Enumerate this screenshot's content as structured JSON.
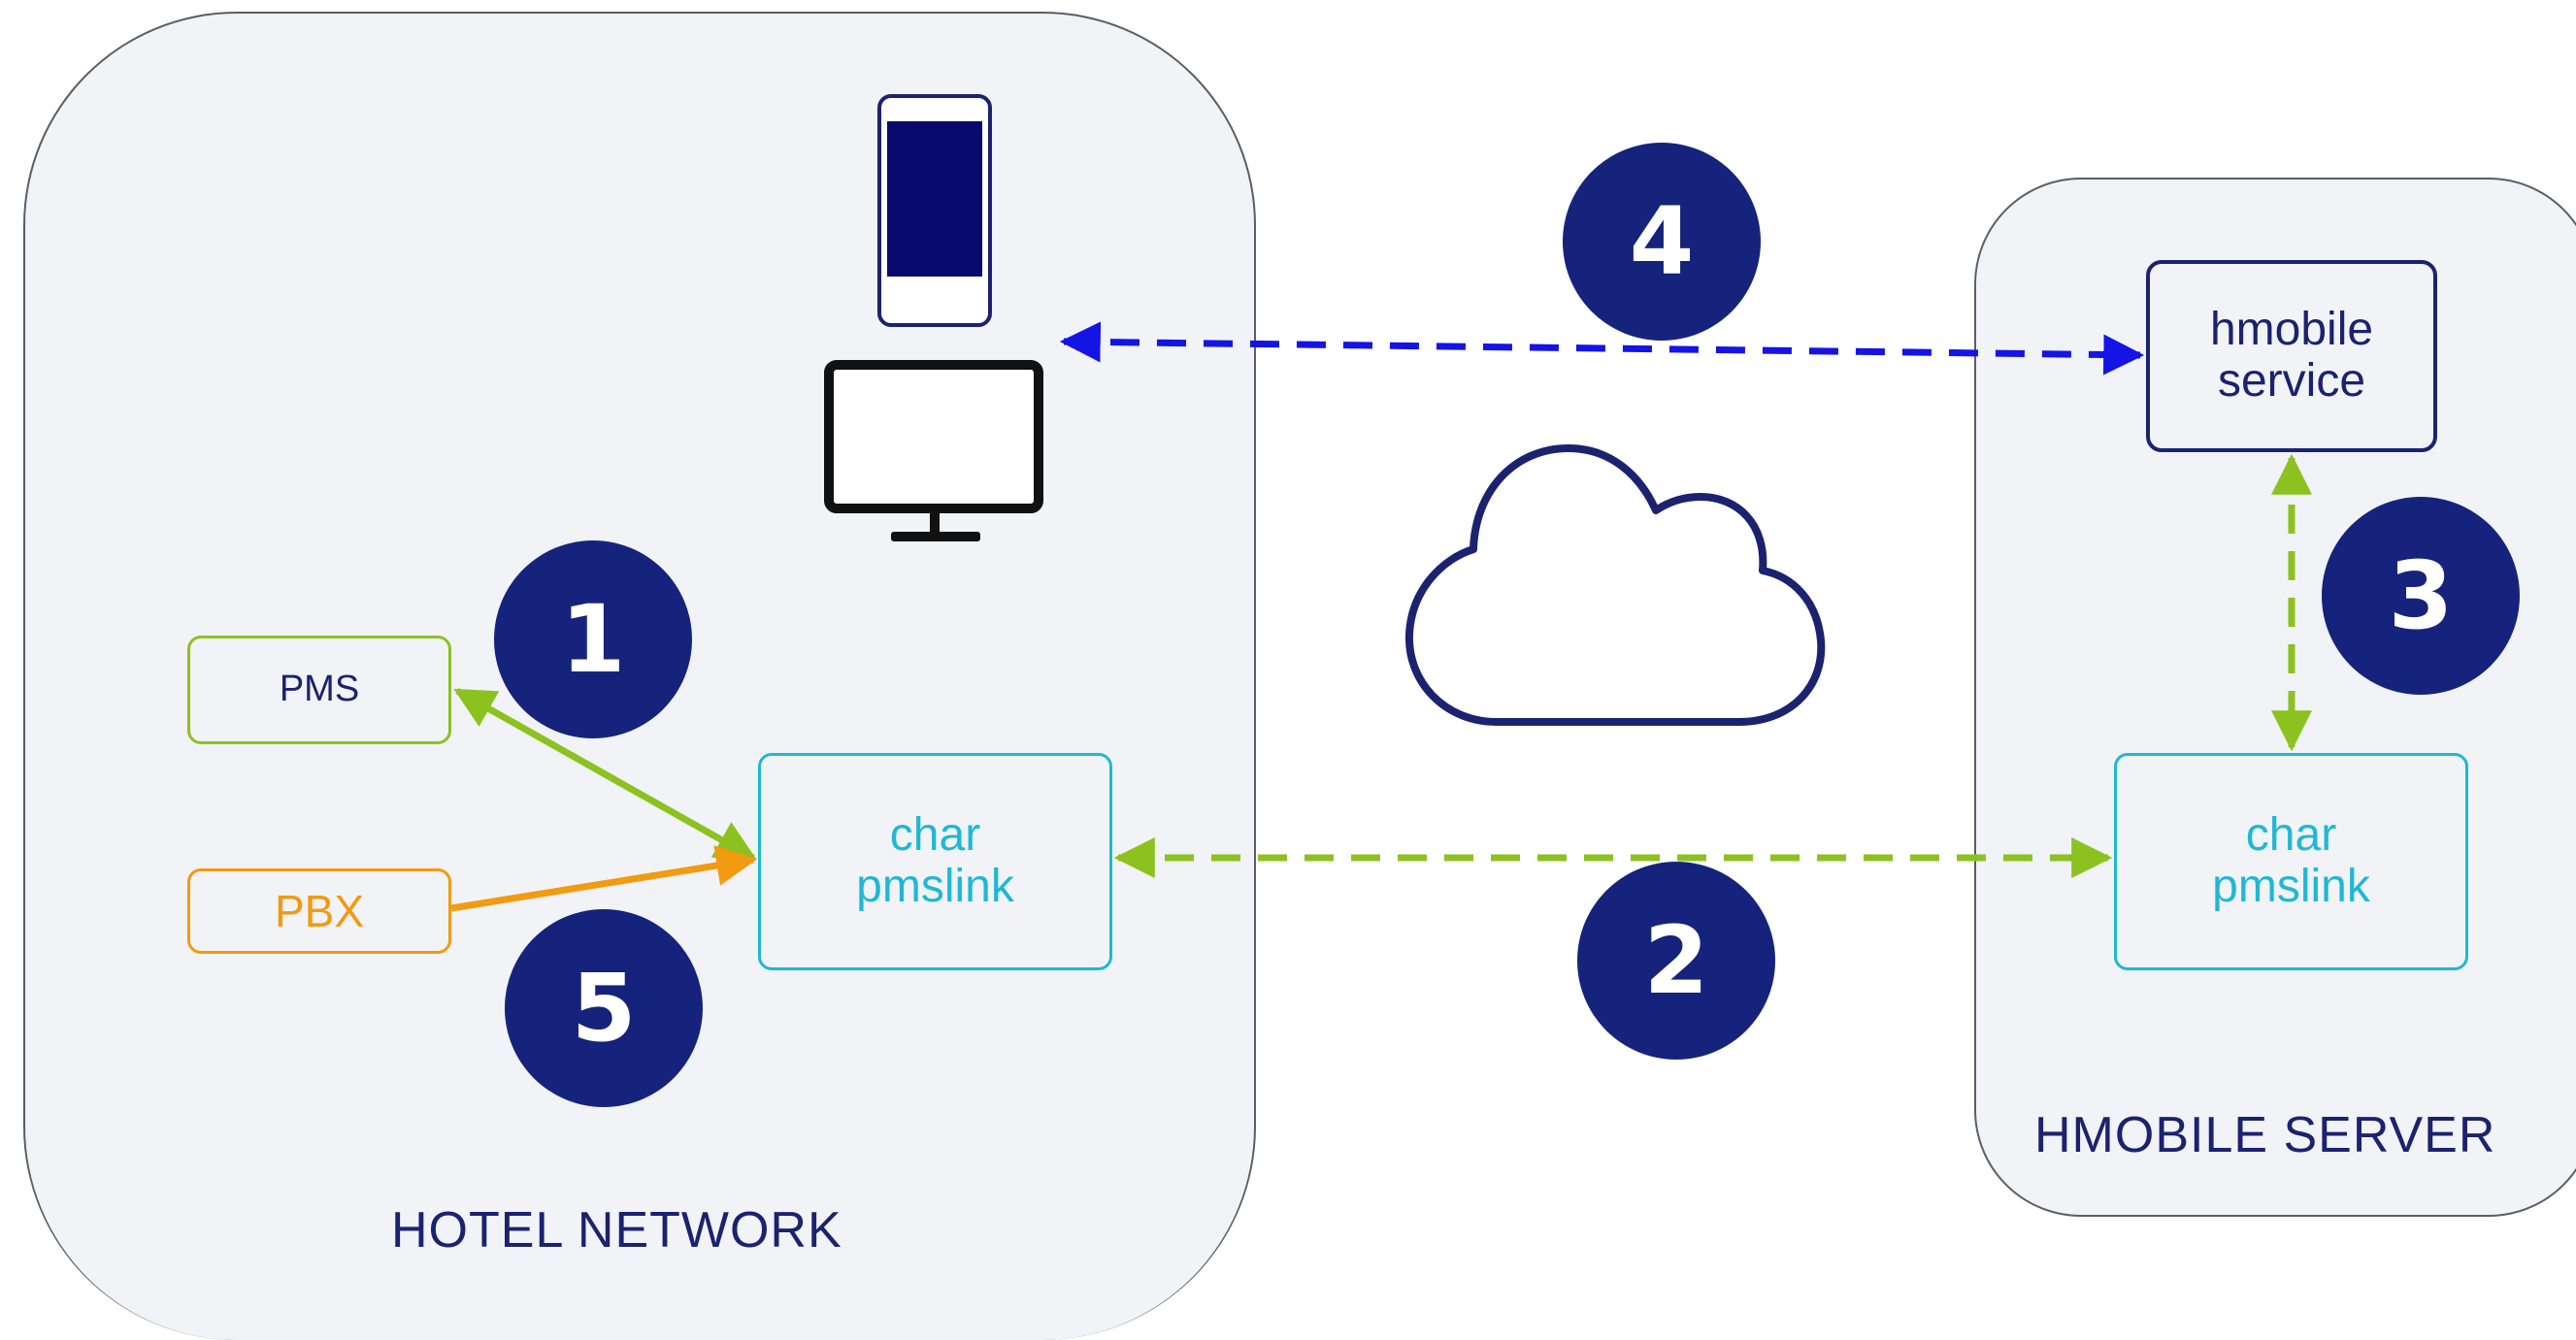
{
  "zones": {
    "hotel": {
      "label": "HOTEL NETWORK"
    },
    "server": {
      "label": "HMOBILE SERVER"
    }
  },
  "nodes": {
    "pms": {
      "label": "PMS"
    },
    "pbx": {
      "label": "PBX"
    },
    "pmslink_hotel": {
      "line1": "char",
      "line2": "pmslink"
    },
    "pmslink_server": {
      "line1": "char",
      "line2": "pmslink"
    },
    "hmobile_service": {
      "line1": "hmobile",
      "line2": "service"
    }
  },
  "badges": [
    "1",
    "2",
    "3",
    "4",
    "5"
  ],
  "colors": {
    "navy": "#1b2270",
    "green": "#8cc21f",
    "orange": "#f29a10",
    "cyan": "#1fb8d4",
    "blue": "#1414e6",
    "zone_fill": "#f1f3f7"
  },
  "icons": [
    "smartphone-icon",
    "monitor-icon",
    "cloud-icon"
  ]
}
